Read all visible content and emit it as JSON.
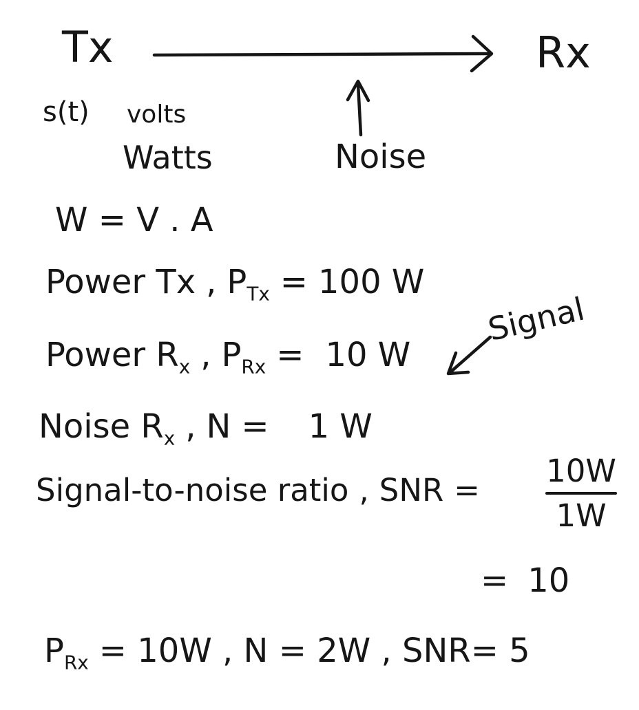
{
  "canvas": {
    "background": "#ffffff",
    "ink": "#161616"
  },
  "diagram": {
    "tx": "Tx",
    "rx": "Rx",
    "signal_st": "s(t)",
    "volts": "volts",
    "watts": "Watts",
    "noise": "Noise",
    "arrows": [
      "tx-to-rx-channel-arrow",
      "noise-into-channel-arrow",
      "signal-callout-arrow"
    ]
  },
  "annotations": {
    "signal": "Signal"
  },
  "equations": {
    "w_va": "W = V . A",
    "power_tx": {
      "label": "Power Tx",
      "comma": ",",
      "symbol": "P",
      "symbol_sub": "Tx",
      "eq": "=",
      "value": "100 W"
    },
    "power_rx": {
      "label_main": "Power R",
      "label_sub": "x",
      "comma": ",",
      "symbol": "P",
      "symbol_sub": "Rx",
      "eq": "=",
      "value": "10 W"
    },
    "noise_rx": {
      "label_main": "Noise R",
      "label_sub": "x",
      "comma": ",",
      "symbol": "N",
      "eq": "=",
      "value": "1 W"
    },
    "snr": {
      "label": "Signal-to-noise ratio",
      "comma": ",",
      "symbol": "SNR",
      "eq": "=",
      "fraction": {
        "numerator": "10W",
        "denominator": "1W"
      }
    },
    "snr_result": {
      "eq": "=",
      "value": "10"
    },
    "summary": {
      "symbol": "P",
      "symbol_sub": "Rx",
      "rest": "= 10W , N = 2W , SNR= 5"
    }
  }
}
